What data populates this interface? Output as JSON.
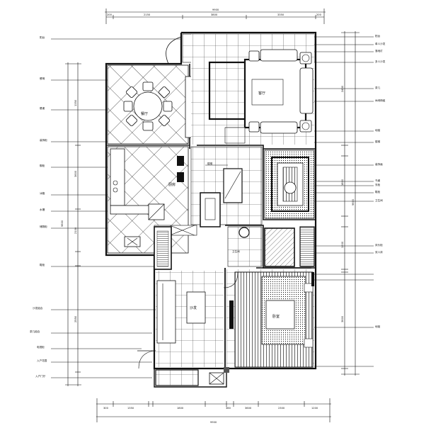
{
  "drawing": {
    "type": "residential floor plan (CAD)",
    "dimension_top": "9900",
    "dimension_bottom": "9900",
    "dimension_left_total": "9600",
    "dimension_right_total": "9600",
    "top_segments": [
      "200",
      "2150",
      "3800",
      "3350",
      "200"
    ],
    "bottom_segments": [
      "300",
      "1350",
      "1800",
      "360",
      "3600",
      "2300",
      "1200"
    ]
  },
  "rooms": {
    "dining": "餐厅",
    "living": "客厅",
    "kitchen": "厨房",
    "sofa": "沙发",
    "stair": "楼梯",
    "bedroom": "卧室",
    "toilet": "卫生间"
  },
  "left_labels": [
    "阳台",
    "餐椅",
    "餐桌",
    "装饰柜",
    "橱柜",
    "冰箱",
    "水槽",
    "储物柜",
    "鞋柜",
    "沙发组合",
    "茶几组合",
    "电视柜",
    "入户花园",
    "入户门厅"
  ],
  "right_labels": [
    "阳台",
    "单人沙发",
    "落地灯",
    "多人沙发",
    "茶几",
    "休闲椅组",
    "地毯",
    "楼梯",
    "装饰画",
    "书桌",
    "衣柜",
    "鞋柜",
    "卫生间",
    "床头柜",
    "双人床",
    "地毯"
  ],
  "left_dims": [
    "1350",
    "3600",
    "2100",
    "2550"
  ],
  "right_dims": [
    "2450",
    "1800",
    "1200",
    "3600"
  ]
}
